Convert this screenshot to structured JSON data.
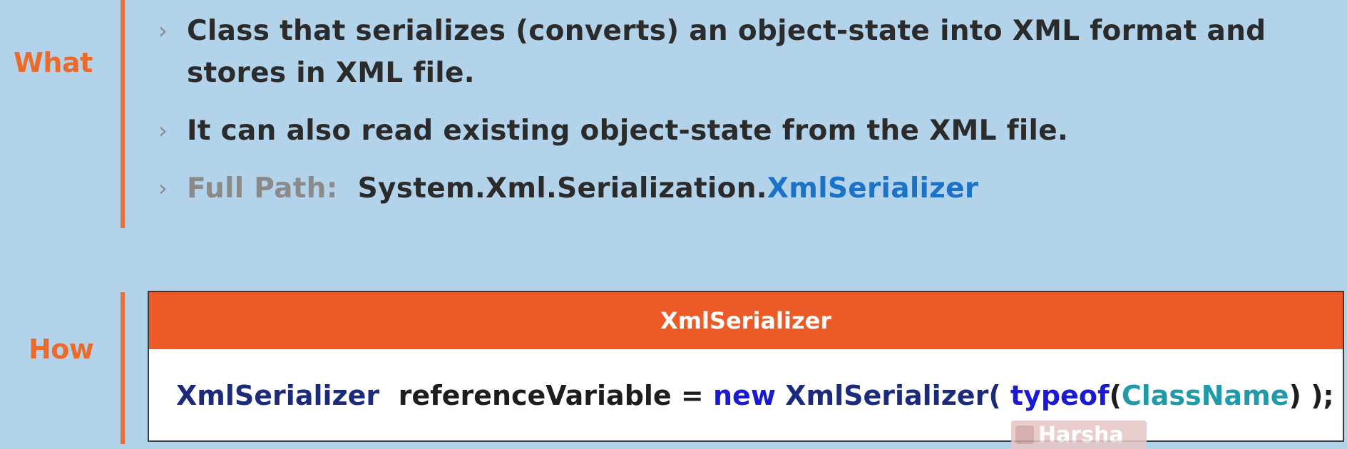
{
  "what": {
    "label": "What",
    "bullets": [
      {
        "arrow": "›",
        "text": "Class that serializes (converts) an object-state into XML format and stores in XML file."
      },
      {
        "arrow": "›",
        "text": "It can also read existing object-state from the XML file."
      },
      {
        "arrow": "›",
        "label": "Full Path:",
        "path_prefix": "System.Xml.Serialization.",
        "path_class": "XmlSerializer"
      }
    ]
  },
  "how": {
    "label": "How",
    "box_title": "XmlSerializer",
    "code": {
      "type": "XmlSerializer",
      "variable": "referenceVariable =",
      "keyword_new": "new",
      "ctor": "XmlSerializer(",
      "keyword_typeof": "typeof",
      "open_paren": "(",
      "class_name": "ClassName",
      "close": ") );"
    }
  },
  "watermark": {
    "text": "Harsha"
  },
  "colors": {
    "background": "#b3d3ea",
    "accent_orange": "#ec6a2c",
    "header_orange": "#ec5b27",
    "link_blue": "#1a73c9",
    "keyword_blue": "#1a1ad6",
    "type_navy": "#1b2a7a",
    "class_teal": "#1f9aa8"
  }
}
